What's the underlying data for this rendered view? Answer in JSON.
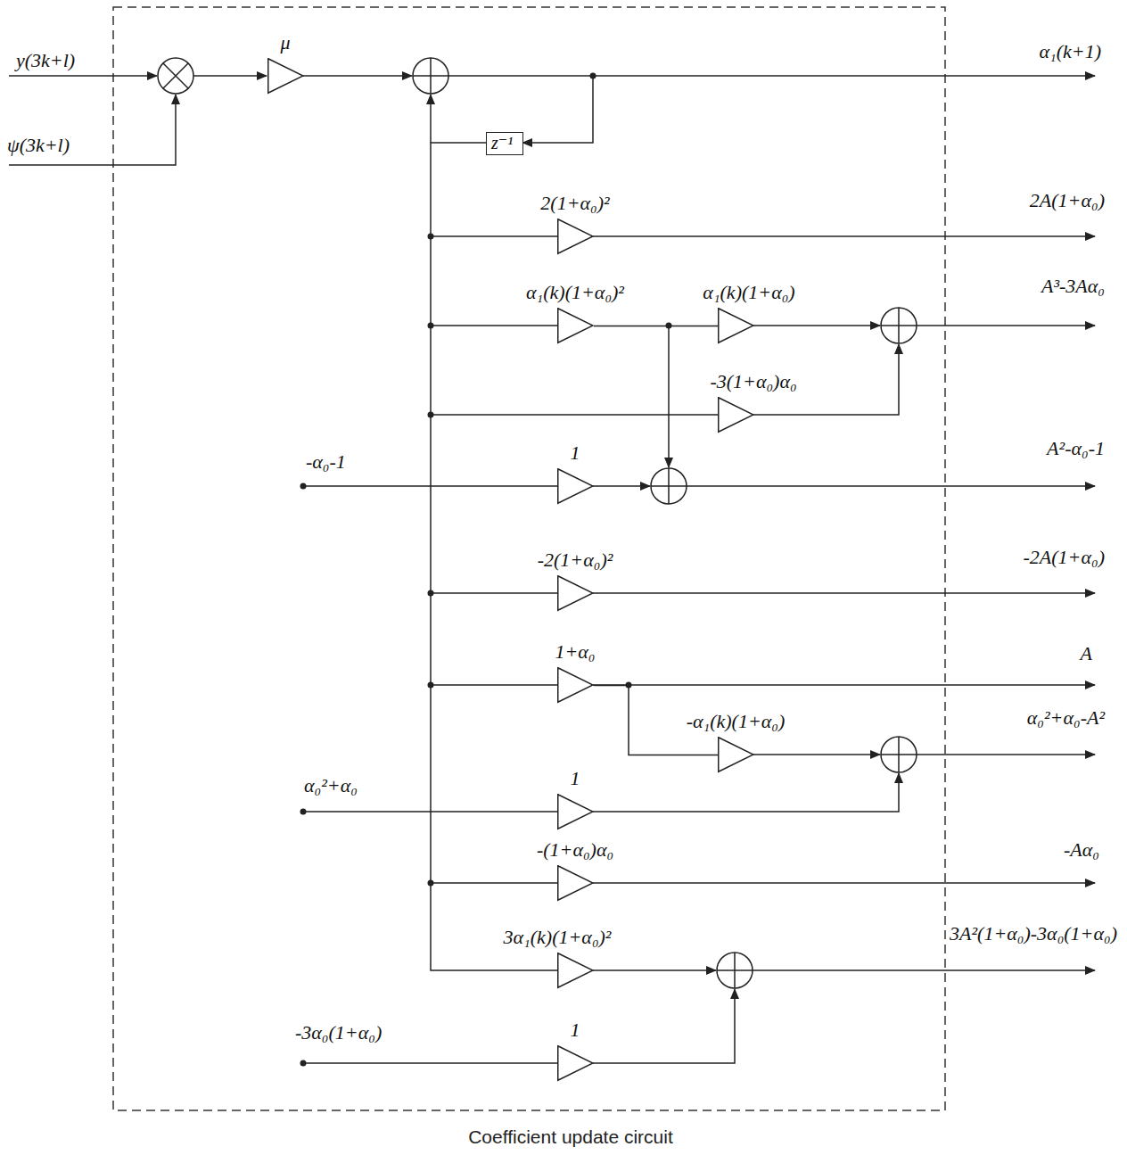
{
  "diagram": {
    "caption": "Coefficient update circuit",
    "nodes": [
      {
        "text": [
          "μ"
        ]
      },
      {
        "text": [
          "z⁻¹"
        ]
      },
      {
        "text": [
          "2(1+α₀)²"
        ]
      },
      {
        "text": [
          "α₁(k)(1+α₀)²"
        ]
      },
      {
        "text": [
          "α₁(k)(1+α₀)"
        ]
      },
      {
        "text": [
          "-3(1+α₀)α₀"
        ]
      },
      {
        "text": [
          "1"
        ]
      },
      {
        "text": [
          "-2(1+α₀)²"
        ]
      },
      {
        "text": [
          "1+α₀"
        ]
      },
      {
        "text": [
          "-α₁(k)(1+α₀)"
        ]
      },
      {
        "text": [
          "1"
        ]
      },
      {
        "text": [
          "-(1+α₀)α₀"
        ]
      },
      {
        "text": [
          "3α₁(k)(1+α₀)²"
        ]
      },
      {
        "text": [
          "1"
        ]
      }
    ],
    "edges": [
      {
        "from": 3,
        "to": 4,
        "arrow": "none"
      },
      {
        "from": 8,
        "to": 9,
        "arrow": "none"
      }
    ],
    "labels": [
      "y(3k+l)",
      "ψ(3k+l)",
      "α₁(k+1)",
      "2A(1+α₀)",
      "A³-3Aα₀",
      "-α₀-1",
      "A²-α₀-1",
      "-2A(1+α₀)",
      "A",
      "α₀²+α₀-A²",
      "α₀²+α₀",
      "-Aα₀",
      "3A²(1+α₀)-3α₀(1+α₀)",
      "-3α₀(1+α₀)"
    ]
  }
}
